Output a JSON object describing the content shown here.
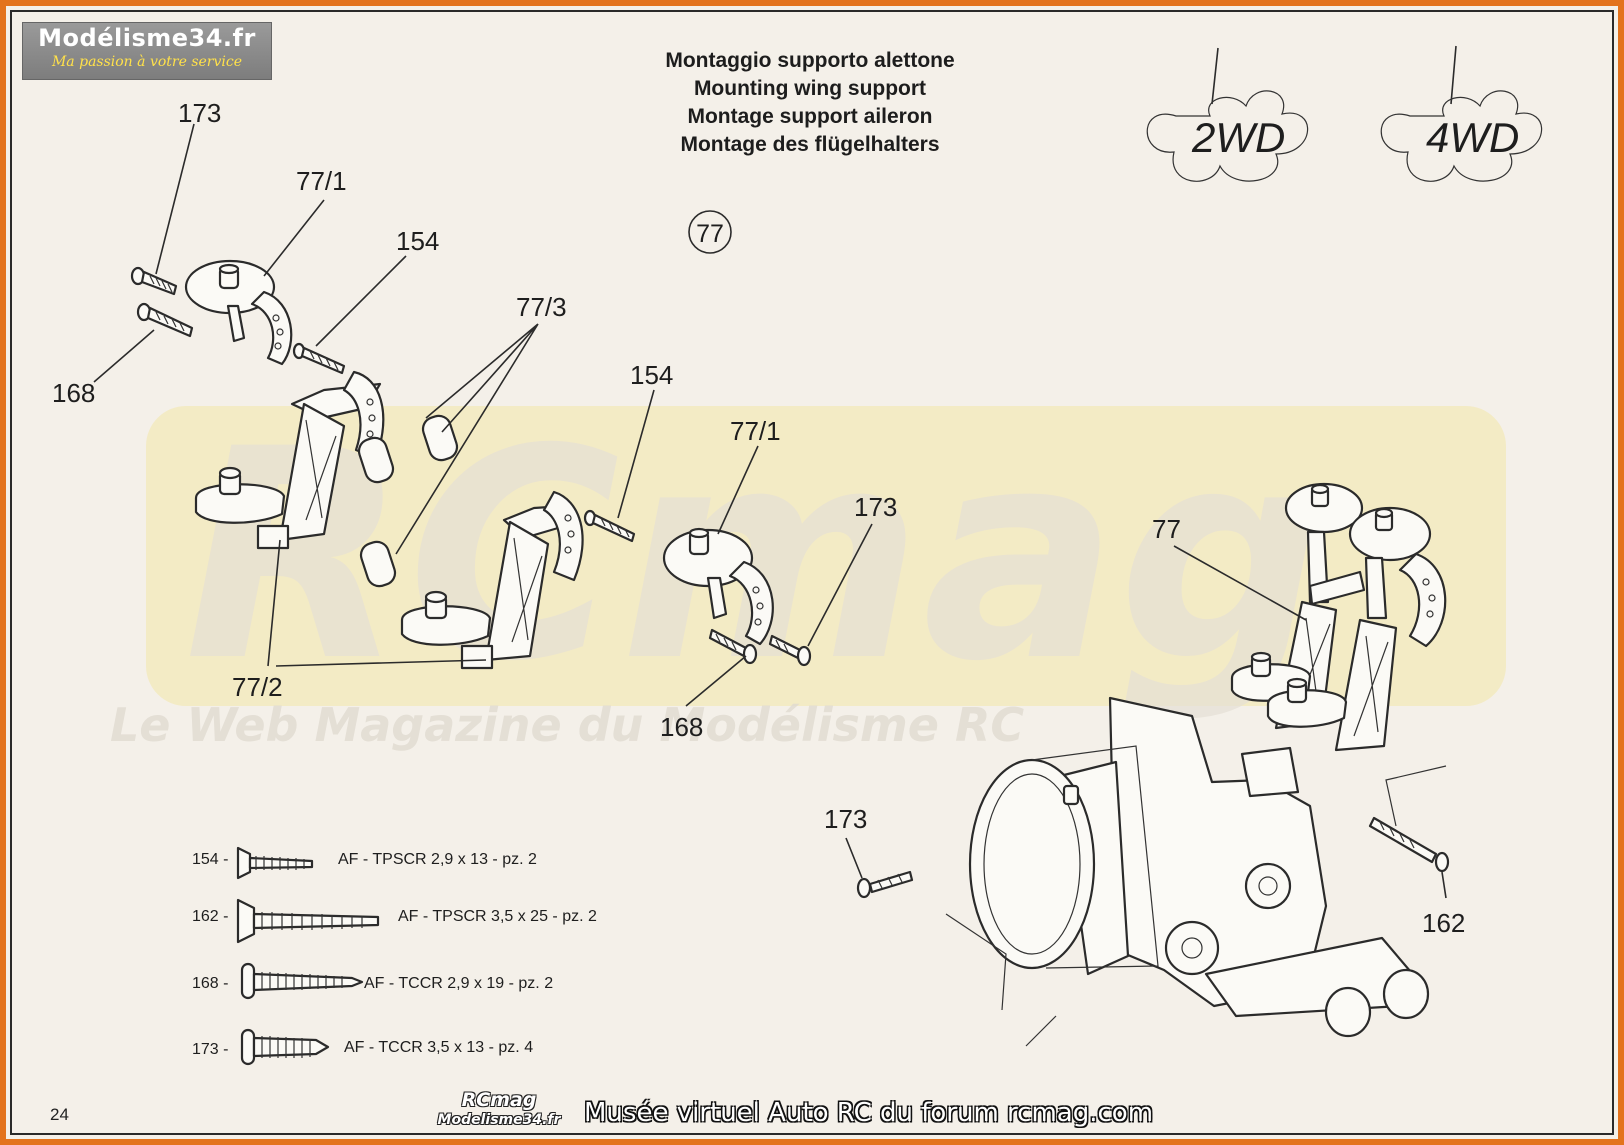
{
  "watermark": {
    "brand": "RCmag",
    "tagline": "Le Web Magazine du Modélisme RC"
  },
  "logo": {
    "title": "Modélisme34.fr",
    "tagline": "Ma passion à votre service"
  },
  "title_lines": [
    "Montaggio supporto alettone",
    "Mounting wing support",
    "Montage support aileron",
    "Montage des flügelhalters"
  ],
  "step_number": "77",
  "drive_badges": {
    "left": "2WD",
    "right": "4WD"
  },
  "callouts": {
    "c173_top": "173",
    "c77_1_top": "77/1",
    "c154_top": "154",
    "c168_left": "168",
    "c77_3": "77/3",
    "c154_mid": "154",
    "c77_1_mid": "77/1",
    "c173_mid": "173",
    "c77_2": "77/2",
    "c168_mid": "168",
    "c77": "77",
    "c173_low": "173",
    "c162": "162"
  },
  "screws": [
    {
      "num": "154 -",
      "desc": "AF - TPSCR 2,9 x 13 - pz. 2"
    },
    {
      "num": "162 -",
      "desc": "AF - TPSCR 3,5 x 25 - pz. 2"
    },
    {
      "num": "168 -",
      "desc": "AF - TCCR 2,9 x 19 - pz. 2"
    },
    {
      "num": "173 -",
      "desc": "AF - TCCR 3,5 x 13 - pz. 4"
    }
  ],
  "page_number": "24",
  "footer": {
    "logo_top": "RCmag",
    "logo_bottom": "Modelisme34.fr",
    "caption": "Musée virtuel Auto RC du forum rcmag.com"
  },
  "colors": {
    "frame": "#e3731d",
    "paper": "#f4f0e9",
    "ink": "#2b2b2b",
    "watermark_yellow": "#f2de72"
  }
}
